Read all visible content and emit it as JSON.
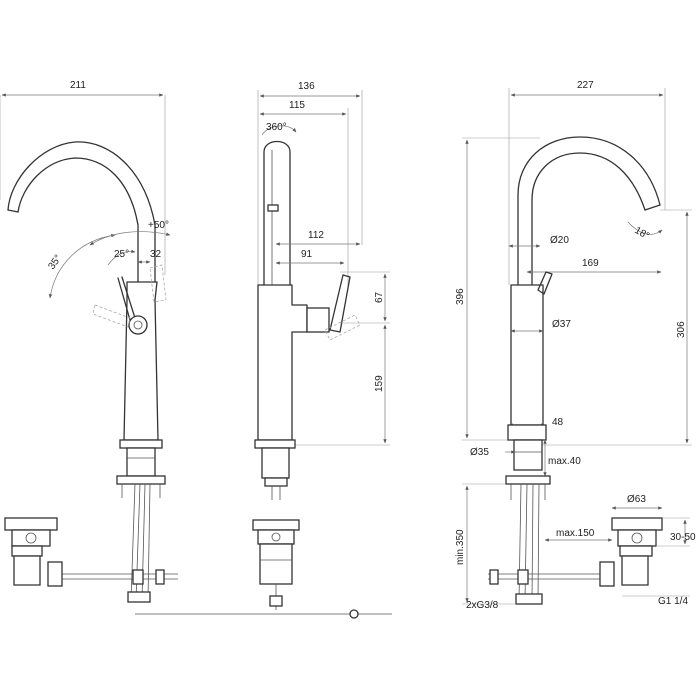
{
  "front_view": {
    "width_label": "211",
    "angle_left_label": "35°",
    "angle_mid_label": "25°",
    "angle_right_label": "+50°",
    "offset_label": "32"
  },
  "side_view": {
    "overall_label": "136",
    "spout_label": "115",
    "lever_label": "112",
    "lever_base_label": "91",
    "rotation_label": "360°",
    "lever_height_label": "67",
    "body_height_label": "159"
  },
  "right_view": {
    "width_label": "227",
    "total_height_label": "396",
    "spout_height_label": "306",
    "spout_angle_label": "18°",
    "spout_dia_label": "Ø20",
    "reach_label": "169",
    "body_dia_label": "Ø37",
    "base_label": "48",
    "hole_dia_label": "Ø35",
    "deck_label": "max.40",
    "hose_label": "min.350",
    "connection_label": "2xG3/8",
    "drain_dia_label": "Ø63",
    "drain_range_label": "30-50",
    "rod_label": "max.150",
    "drain_thread_label": "G1 1/4"
  }
}
